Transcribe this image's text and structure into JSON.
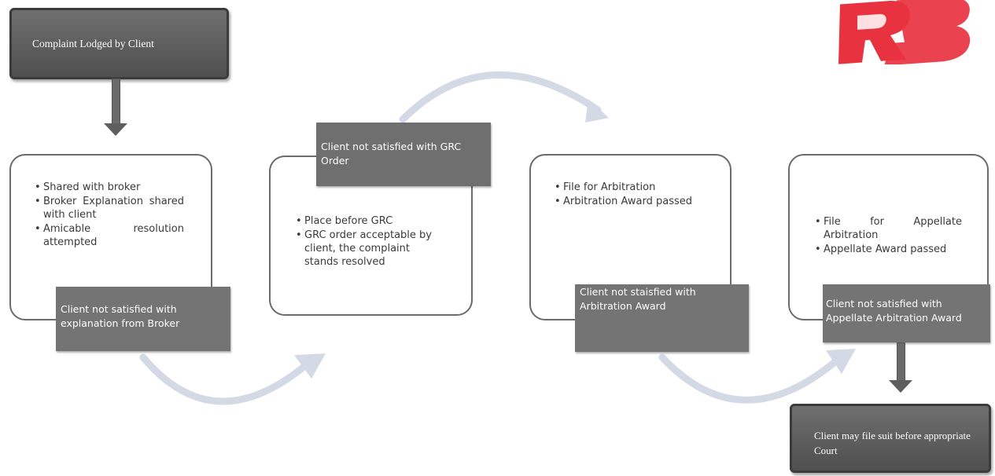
{
  "logo": {
    "text": "RB",
    "color": "#e8323f"
  },
  "start_box": {
    "label": "Complaint Lodged by Client"
  },
  "stage1": {
    "items": [
      "Shared with broker",
      "Broker Explanation shared with client",
      "Amicable resolution attempted"
    ],
    "note": "Client not satisfied with explanation from Broker"
  },
  "stage2": {
    "header": "Client not satisfied with GRC Order",
    "items": [
      "Place before GRC",
      "GRC order acceptable by client, the complaint stands resolved"
    ]
  },
  "stage3": {
    "items": [
      "File for Arbitration",
      "Arbitration Award passed"
    ],
    "note": "Client not staisfied with Arbitration Award"
  },
  "stage4": {
    "items": [
      "File for Appellate Arbitration",
      "Appellate Award passed"
    ],
    "note": "Client not satisfied with Appellate Arbitration Award"
  },
  "end_box": {
    "label": "Client may file suit before appropriate Court"
  },
  "colors": {
    "dark_box": "#555555",
    "note_box": "#747474",
    "curved_arrow": "#d3dae6",
    "border": "#6b6b6b"
  }
}
